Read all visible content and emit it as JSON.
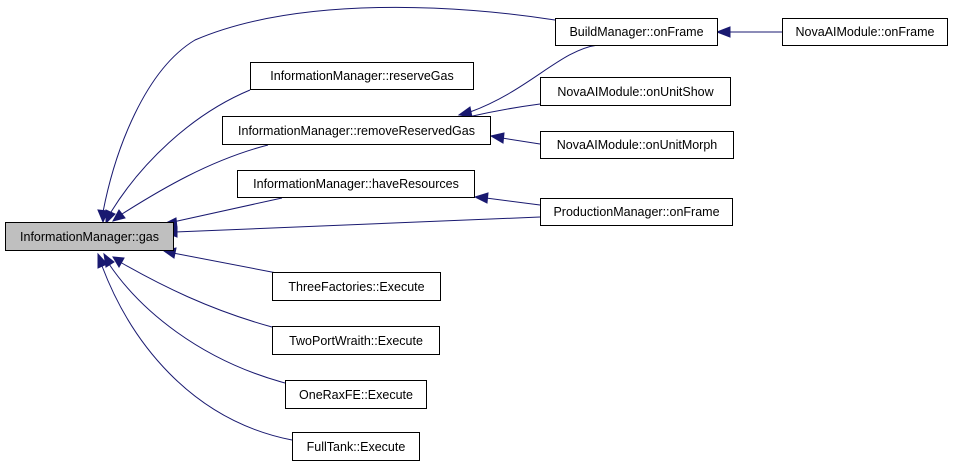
{
  "graph": {
    "nodes": {
      "gas": "InformationManager::gas",
      "buildManagerOnFrame": "BuildManager::onFrame",
      "novaOnFrame": "NovaAIModule::onFrame",
      "reserveGas": "InformationManager::reserveGas",
      "removeReservedGas": "InformationManager::removeReservedGas",
      "novaOnUnitShow": "NovaAIModule::onUnitShow",
      "novaOnUnitMorph": "NovaAIModule::onUnitMorph",
      "haveResources": "InformationManager::haveResources",
      "productionOnFrame": "ProductionManager::onFrame",
      "threeFactories": "ThreeFactories::Execute",
      "twoPortWraith": "TwoPortWraith::Execute",
      "oneRaxFE": "OneRaxFE::Execute",
      "fullTank": "FullTank::Execute"
    },
    "edges": [
      {
        "from": "buildManagerOnFrame",
        "to": "gas"
      },
      {
        "from": "reserveGas",
        "to": "gas"
      },
      {
        "from": "removeReservedGas",
        "to": "gas"
      },
      {
        "from": "haveResources",
        "to": "gas"
      },
      {
        "from": "productionOnFrame",
        "to": "gas"
      },
      {
        "from": "threeFactories",
        "to": "gas"
      },
      {
        "from": "twoPortWraith",
        "to": "gas"
      },
      {
        "from": "oneRaxFE",
        "to": "gas"
      },
      {
        "from": "fullTank",
        "to": "gas"
      },
      {
        "from": "novaOnFrame",
        "to": "buildManagerOnFrame"
      },
      {
        "from": "buildManagerOnFrame",
        "to": "removeReservedGas"
      },
      {
        "from": "novaOnUnitShow",
        "to": "removeReservedGas"
      },
      {
        "from": "novaOnUnitMorph",
        "to": "removeReservedGas"
      },
      {
        "from": "productionOnFrame",
        "to": "haveResources"
      }
    ],
    "colors": {
      "edge": "#191970",
      "focus_fill": "#bfbfbf",
      "node_fill": "#ffffff",
      "border": "#000000"
    }
  }
}
